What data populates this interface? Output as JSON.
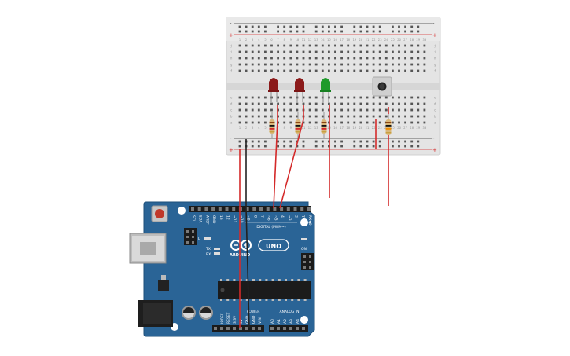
{
  "board": {
    "brand": "ARDUINO",
    "model": "UNO",
    "digital_header_label": "DIGITAL (PWM~)",
    "analog_header_label": "ANALOG IN",
    "power_header_label": "POWER",
    "on_label": "ON",
    "tx_label": "TX",
    "rx_label": "RX",
    "l_label": "L",
    "top_pins": [
      "SCL",
      "SDA",
      "AREF",
      "GND",
      "13",
      "12",
      "~11",
      "~10",
      "~9",
      "8",
      "7",
      "~6",
      "~5",
      "4",
      "~3",
      "2",
      "TX▶1",
      "RX◀0"
    ],
    "power_pins": [
      "IOREF",
      "RESET",
      "3.3V",
      "5V",
      "GND",
      "GND",
      "VIN"
    ],
    "analog_pins": [
      "A0",
      "A1",
      "A2",
      "A3",
      "A4",
      "A5"
    ]
  },
  "breadboard": {
    "row_letters_top": [
      "j",
      "i",
      "h",
      "g",
      "f"
    ],
    "row_letters_bottom": [
      "e",
      "d",
      "c",
      "b",
      "a"
    ],
    "columns": 30,
    "rail_plus": "+",
    "rail_minus": "-"
  },
  "components": {
    "leds": [
      {
        "name": "led-red-1",
        "color": "#8b1a1a"
      },
      {
        "name": "led-red-2",
        "color": "#8b1a1a"
      },
      {
        "name": "led-green",
        "color": "#1f9a2b"
      }
    ],
    "button": {
      "name": "pushbutton"
    }
  },
  "colors": {
    "wire_red": "#d42a2a",
    "wire_black": "#222222",
    "board_blue": "#2a6496",
    "breadboard": "#e6e6e6"
  }
}
